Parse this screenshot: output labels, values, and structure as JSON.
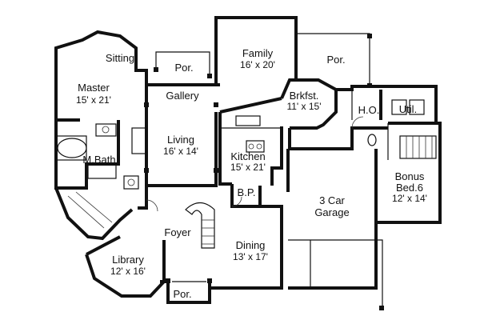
{
  "plan": {
    "rooms": [
      {
        "id": "sitting",
        "name": "Sitting",
        "dims": ""
      },
      {
        "id": "por-top-left",
        "name": "Por.",
        "dims": ""
      },
      {
        "id": "family",
        "name": "Family",
        "dims": "16' x 20'"
      },
      {
        "id": "por-top-right",
        "name": "Por.",
        "dims": ""
      },
      {
        "id": "master",
        "name": "Master",
        "dims": "15' x 21'"
      },
      {
        "id": "gallery",
        "name": "Gallery",
        "dims": ""
      },
      {
        "id": "brkfst",
        "name": "Brkfst.",
        "dims": "11' x 15'"
      },
      {
        "id": "ho",
        "name": "H.O.",
        "dims": ""
      },
      {
        "id": "util",
        "name": "Util.",
        "dims": ""
      },
      {
        "id": "living",
        "name": "Living",
        "dims": "16' x 14'"
      },
      {
        "id": "kitchen",
        "name": "Kitchen",
        "dims": "15' x 21'"
      },
      {
        "id": "mbath",
        "name": "M.Bath",
        "dims": ""
      },
      {
        "id": "bonus",
        "name": "Bonus",
        "dims": "Bed.6"
      },
      {
        "id": "bonus-dims",
        "name": "12' x 14'",
        "dims": ""
      },
      {
        "id": "bp",
        "name": "B.P.",
        "dims": ""
      },
      {
        "id": "garage",
        "name": "3 Car",
        "dims": "Garage"
      },
      {
        "id": "foyer",
        "name": "Foyer",
        "dims": ""
      },
      {
        "id": "dining",
        "name": "Dining",
        "dims": "13' x 17'"
      },
      {
        "id": "library",
        "name": "Library",
        "dims": "12' x 16'"
      },
      {
        "id": "por-bottom",
        "name": "Por.",
        "dims": ""
      }
    ]
  }
}
